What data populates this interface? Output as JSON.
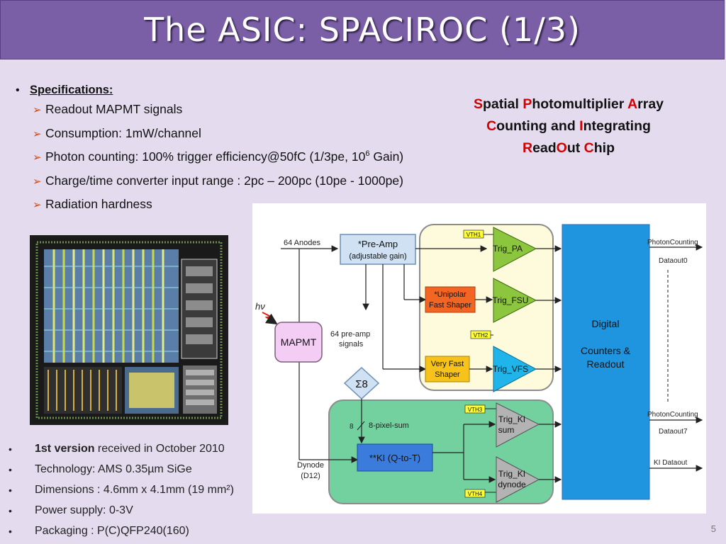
{
  "title": "The ASIC: SPACIROC (1/3)",
  "specs": {
    "heading": "Specifications:",
    "items": [
      {
        "text": "Readout MAPMT signals"
      },
      {
        "text": "Consumption: 1mW/channel"
      },
      {
        "pre": "Photon counting: 100% trigger efficiency@50fC (1/3pe, 10",
        "sup": "6",
        "post": " Gain)"
      },
      {
        "text": "Charge/time converter input range : 2pc – 200pc  (10pe - 1000pe)"
      },
      {
        "text": "Radiation hardness"
      }
    ]
  },
  "acronym": {
    "line1": [
      [
        "S",
        "red"
      ],
      [
        "patial ",
        ""
      ],
      [
        "P",
        "red"
      ],
      [
        "hotomultiplier ",
        ""
      ],
      [
        "A",
        "red"
      ],
      [
        "rray",
        ""
      ]
    ],
    "line2": [
      [
        "C",
        "red"
      ],
      [
        "ounting and ",
        ""
      ],
      [
        "I",
        "red"
      ],
      [
        "ntegrating",
        ""
      ]
    ],
    "line3": [
      [
        "R",
        "red"
      ],
      [
        "ead",
        ""
      ],
      [
        "O",
        "red"
      ],
      [
        "ut ",
        ""
      ],
      [
        "C",
        "red"
      ],
      [
        "hip",
        ""
      ]
    ]
  },
  "bottom_list": [
    {
      "strong": "1st version",
      "rest": " received in October 2010"
    },
    {
      "strong": "",
      "rest": "Technology: AMS 0.35µm SiGe"
    },
    {
      "strong": "",
      "rest": "Dimensions : 4.6mm x 4.1mm (19 mm²)"
    },
    {
      "strong": "",
      "rest": "Power supply: 0-3V"
    },
    {
      "strong": "",
      "rest": "Packaging : P(C)QFP240(160)"
    }
  ],
  "diagram": {
    "anodes": "64 Anodes",
    "preamp_line1": "*Pre-Amp",
    "preamp_line2": "(adjustable gain)",
    "hv": "hν",
    "mapmt": "MAPMT",
    "preamp_signals_1": "64 pre-amp",
    "preamp_signals_2": "signals",
    "sigma": "Σ8",
    "eight": "8",
    "pixel_sum": "8-pixel-sum",
    "dynode_1": "Dynode",
    "dynode_2": "(D12)",
    "unipolar_1": "*Unipolar",
    "unipolar_2": "Fast Shaper",
    "vfast_1": "Very Fast",
    "vfast_2": "Shaper",
    "ki": "**KI (Q-to-T)",
    "vth1": "VTH1",
    "vth2": "VTH2",
    "vth3": "VTH3",
    "vth4": "VTH4",
    "trig_pa": "Trig_PA",
    "trig_fsu": "Trig_FSU",
    "trig_vfs": "Trig_VFS",
    "trig_ki_sum_1": "Trig_KI",
    "trig_ki_sum_2": "sum",
    "trig_ki_dyn_1": "Trig_KI",
    "trig_ki_dyn_2": "dynode",
    "digital_1": "Digital",
    "digital_2": "Counters &",
    "digital_3": "Readout",
    "out_pc0": "PhotonCounting",
    "out_d0": "Dataout0",
    "out_pc7": "PhotonCounting",
    "out_d7": "Dataout7",
    "out_ki": "KI Dataout",
    "colors": {
      "preamp": "#cfe1f2",
      "trigger_green": "#8cc63f",
      "trigger_cyan": "#1fb5ea",
      "trigger_gray": "#b3b3b3",
      "digital": "#1f95e0",
      "ki": "#3a7bdc",
      "unipolar": "#f26522",
      "vfast": "#f7c21a",
      "mapmt": "#f4cdf4",
      "upper_panel": "#fefbdc",
      "lower_panel": "#73d19f"
    }
  },
  "page_number": "5"
}
